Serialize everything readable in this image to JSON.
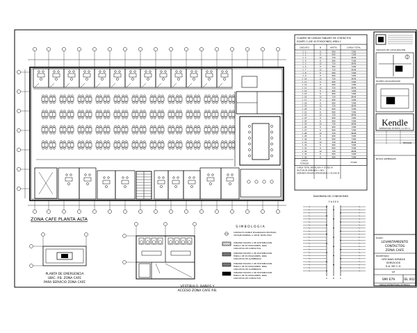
{
  "plan": {
    "title": "ZONA CAFE PLANTA ALTA"
  },
  "load_table": {
    "title_line1": "CUADRO DE CARGAS TABLERO DE CONTACTOS",
    "title_line2": "EQUIPO C (DE 45 POSICIONES) HSB4-1",
    "headers": [
      "CIRCUITO",
      "Ø",
      "WATTS",
      "CARGA TOTAL"
    ],
    "rows": [
      [
        "C-1",
        "8",
        "900",
        "7200"
      ],
      [
        "C-2",
        "8",
        "900",
        "7200"
      ],
      [
        "C-3",
        "12",
        "720",
        "8640"
      ],
      [
        "C-4",
        "8",
        "900",
        "7200"
      ],
      [
        "C-5",
        "12",
        "720",
        "8640"
      ],
      [
        "C-6",
        "8",
        "900",
        "7200"
      ],
      [
        "C-7",
        "12",
        "720",
        "8640"
      ],
      [
        "C-8",
        "8",
        "900",
        "7200"
      ],
      [
        "C-9",
        "8",
        "900",
        "7200"
      ],
      [
        "C-10",
        "12",
        "720",
        "8640"
      ],
      [
        "C-11",
        "8",
        "900",
        "7200"
      ],
      [
        "C-12",
        "8",
        "900",
        "7200"
      ],
      [
        "C-13",
        "12",
        "720",
        "8640"
      ],
      [
        "C-14",
        "8",
        "900",
        "7200"
      ],
      [
        "C-15",
        "8",
        "900",
        "7200"
      ],
      [
        "C-16",
        "12",
        "720",
        "8640"
      ],
      [
        "C-17",
        "8",
        "900",
        "7200"
      ],
      [
        "C-18",
        "8",
        "900",
        "7200"
      ],
      [
        "C-19",
        "12",
        "720",
        "8640"
      ],
      [
        "C-20",
        "8",
        "900",
        "7200"
      ],
      [
        "C-21",
        "8",
        "900",
        "7200"
      ],
      [
        "C-22",
        "12",
        "720",
        "8640"
      ],
      [
        "C-23",
        "8",
        "900",
        "7200"
      ],
      [
        "C-24",
        "8",
        "900",
        "7200"
      ],
      [
        "C-25",
        "12",
        "720",
        "8640"
      ],
      [
        "C-26",
        "8",
        "900",
        "7200"
      ],
      [
        "C-27",
        "8",
        "900",
        "7200"
      ],
      [
        "C-28",
        "12",
        "720",
        "8640"
      ],
      [
        "C-29",
        "8",
        "900",
        "7200"
      ],
      [
        "C-30",
        "8",
        "900",
        "7200"
      ],
      [
        "C-31",
        "12",
        "720",
        "8640"
      ],
      [
        "C-32",
        "8",
        "900",
        "7200"
      ],
      [
        "C-33",
        "8",
        "900",
        "7200"
      ],
      [
        "C-34",
        "12",
        "720",
        "8640"
      ],
      [
        "C-35",
        "8",
        "900",
        "7200"
      ],
      [
        "C-36",
        "8",
        "900",
        "7200"
      ]
    ],
    "total_label": "CARGA TOTALES",
    "total_value": "57420",
    "notes": [
      "CARGA TOTAL INSTALADA = 57,420 W",
      "FACTOR DE DEMANDA = 80%",
      "DEMANDA MAXIMA APROXIMADA = 45,936 W"
    ]
  },
  "connections": {
    "title": "DIAGRAMA DE CONEXIONES",
    "phase_label": "F A S E S",
    "phases": [
      "A",
      "B",
      "C"
    ]
  },
  "legend": {
    "title": "S I M B O L O G I A",
    "items": [
      "CONTACTO DOBLE POLARIZADO EN MURO VOLTAJE NORMAL A 30CM. NIVEL PISO",
      "TABLERO EQUIPO C DE DISTRIBUCION HSB4-1 DE 45 POSICIONES, PARA CIRCUITOS DE CONTACTOS",
      "TABLERO EQUIPO C DE DISTRIBUCION HSB4-1 DE 45 POSICIONES, PARA CIRCUITOS DE ALUMBRADO",
      "TABLERO EQUIPO C DE DISTRIBUCION HSB4-1 DE 45 POSICIONES, PARA CIRCUITOS DE ALUMBRADO",
      "TABLERO EQUIPO C DE DISTRIBUCION HSB4-1 DE 30 POSICIONES, PARA CIRCUITOS DE CONTACTOS"
    ]
  },
  "emergency_plan": {
    "lines": [
      "PLANTA DE EMERGENCIA",
      "UBIC. P.B. ZONA CAFE",
      "PARA SERVICIO ZONA CAFE"
    ]
  },
  "vestibule": {
    "lines": [
      "VESTIBULO, BAÑOS Y",
      "ACCESO ZONA CAFE P.B."
    ]
  },
  "title_block": {
    "croquis_label": "CROQUIS DE LOCALIZACION",
    "plano_label": "PLANTA LOCALIZACION",
    "notas_label": "NOTAS GENERALES",
    "company_logo": "Kendle",
    "company_sub": "INTERNATIONAL DE MEXICO, S.A. DE C.V.",
    "revision_label": "REVISION",
    "plano_key": "PLANO:",
    "plano_lines": [
      "LEVANTAMIENTO",
      "CONTACTOS",
      "ZONA CAFE"
    ],
    "cliente_key": "PROPIETARIO:",
    "cliente_lines": [
      "OFICINAS KENDLE",
      "SERVICIOS",
      "S.A. DE C.V."
    ],
    "scale_label": "S/E",
    "drawing_key": "SMI 679",
    "sheet_code": "IEL 002",
    "footer": "KENDLE INTERNATIONAL DE MEXICO"
  }
}
